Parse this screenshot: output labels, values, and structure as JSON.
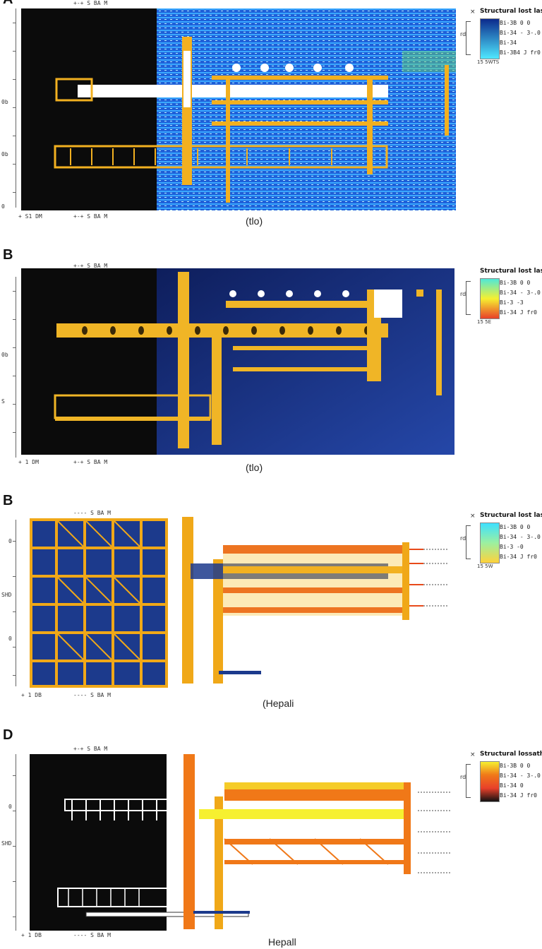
{
  "panels": [
    {
      "letter": "A",
      "ruler_top": "+-+ S BA M",
      "ruler_bottom_left": "+ S1 DM",
      "ruler_bottom_right": "+-+ S BA M",
      "y_labels": [
        "0b",
        "0b",
        "0"
      ],
      "caption": "(tlo)",
      "legend": {
        "close": "×",
        "title": "Structural lost lassion",
        "ticks": [
          "Bi-3B 0 0",
          "Bi-34 - 3-.0",
          "Bi-34",
          "Bi-3B4 J fr0"
        ],
        "side": "rd",
        "foot": "15   5WTS"
      },
      "colors": {
        "bg": "#0b0b0b",
        "field": "#1e5fd8",
        "metal": "#f2b020",
        "bar_from": "#0c2a8c",
        "bar_to": "#4fe8ff"
      }
    },
    {
      "letter": "B",
      "ruler_top": "+-+ S BA M",
      "ruler_bottom_left": "+ 1 DM",
      "ruler_bottom_right": "+-+ S BA M",
      "y_labels": [
        "0b",
        "S"
      ],
      "caption": "(tlo)",
      "legend": {
        "close": "",
        "title": "Structural lost lassion",
        "ticks": [
          "Bi-3B 0 0",
          "Bi-34 - 3-.0",
          "Bi-3 -3",
          "Bi-34 J fr0"
        ],
        "side": "rd",
        "foot": "15   5E"
      },
      "colors": {
        "bg": "#0b0b0b",
        "field": "#1a3a8f",
        "metal": "#f0b526",
        "bar_from": "#e8402a",
        "bar_to": "#4fe8d8"
      }
    },
    {
      "letter": "B",
      "ruler_top": "---- S BA M",
      "ruler_bottom_left": "+ 1 DB",
      "ruler_bottom_right": "---- S BA M",
      "y_labels": [
        "0",
        "SHD",
        "0"
      ],
      "caption": "(Hepali",
      "legend": {
        "close": "×",
        "title": "Structural lost lassion",
        "ticks": [
          "Bi-3B 0 0",
          "Bi-34 - 3-.0",
          "Bi-3 -0",
          "Bi-34 J fr0"
        ],
        "side": "rd",
        "foot": "15   5W"
      },
      "colors": {
        "bg": "#ffffff",
        "field": "#1c3a8c",
        "metal": "#f0a818",
        "bar_from": "#ffd23a",
        "bar_to": "#3ee0ff"
      }
    },
    {
      "letter": "D",
      "ruler_top": "+-+ S BA M",
      "ruler_bottom_left": "+ 1 DB",
      "ruler_bottom_right": "---- S BA M",
      "y_labels": [
        "0",
        "SHD"
      ],
      "caption": "Hepall",
      "legend": {
        "close": "×",
        "title": "Structural lossathall",
        "ticks": [
          "Bi-3B 0 0",
          "Bi-34 - 3-.0",
          "Bi-34 0",
          "Bi-34 J fr0"
        ],
        "side": "rd",
        "foot": ""
      },
      "colors": {
        "bg": "#0b0b0b",
        "field": "#ffffff",
        "metal": "#f07818",
        "bar_from": "#111111",
        "bar_to": "#f6f030"
      }
    }
  ]
}
